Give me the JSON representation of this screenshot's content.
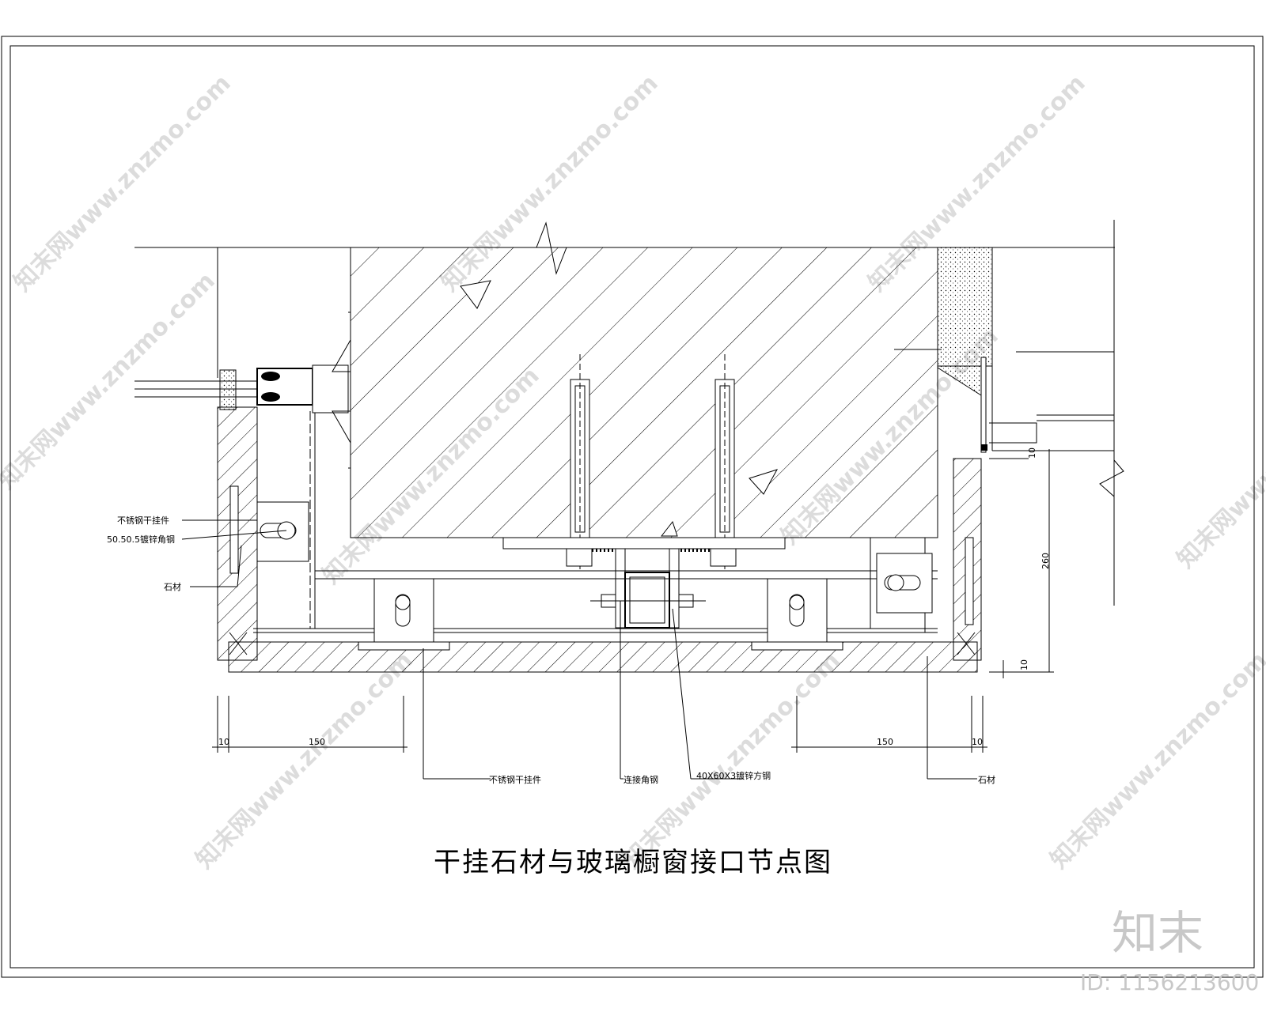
{
  "title": "干挂石材与玻璃橱窗接口节点图",
  "labels": {
    "left_clip": "不锈钢干挂件",
    "left_angle": "50.50.5镀锌角钢",
    "left_stone": "石材",
    "bottom_clip": "不锈钢干挂件",
    "bottom_angle": "连接角钢",
    "bottom_tube": "40X60X3镀锌方钢",
    "bottom_stone": "石材"
  },
  "dimensions": {
    "left_10": "10",
    "left_150": "150",
    "right_150": "150",
    "right_10": "10",
    "height_260": "260",
    "bottom_10": "10",
    "top_10": "10"
  },
  "watermark": {
    "text": "知末网www.znzmo.com",
    "logo": "知末",
    "id": "ID: 1156213600"
  }
}
